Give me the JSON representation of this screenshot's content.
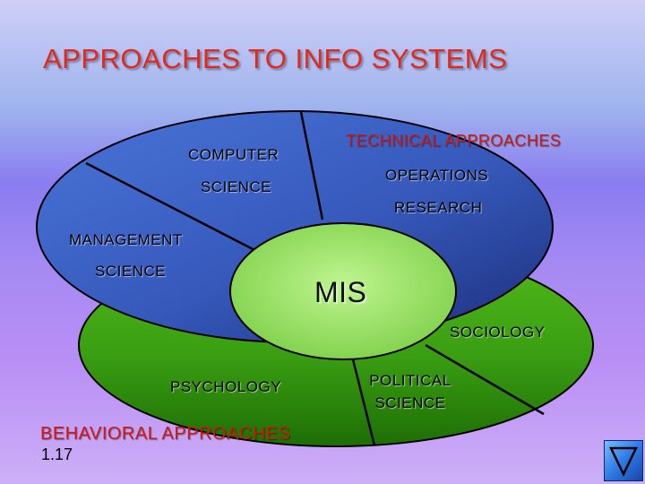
{
  "slide": {
    "title": "APPROACHES TO INFO SYSTEMS",
    "slide_number": "1.17"
  },
  "diagram": {
    "technical_heading": "TECHNICAL APPROACHES",
    "behavioral_heading": "BEHAVIORAL APPROACHES",
    "center_label": "MIS",
    "segments": {
      "computer_science": [
        "COMPUTER",
        "SCIENCE"
      ],
      "operations_research": [
        "OPERATIONS",
        "RESEARCH"
      ],
      "management_science": [
        "MANAGEMENT",
        "SCIENCE"
      ],
      "sociology": "SOCIOLOGY",
      "psychology": "PSYCHOLOGY",
      "political_science": [
        "POLITICAL",
        "SCIENCE"
      ]
    }
  },
  "colors": {
    "title": "#e02a1a",
    "technical_ring": "#3f64c8",
    "behavioral_ring": "#3a9e12",
    "center_disc": "#a5ec72",
    "heading_text": "#cc1a12"
  },
  "navigation": {
    "back_icon": "back-triangle-icon"
  }
}
